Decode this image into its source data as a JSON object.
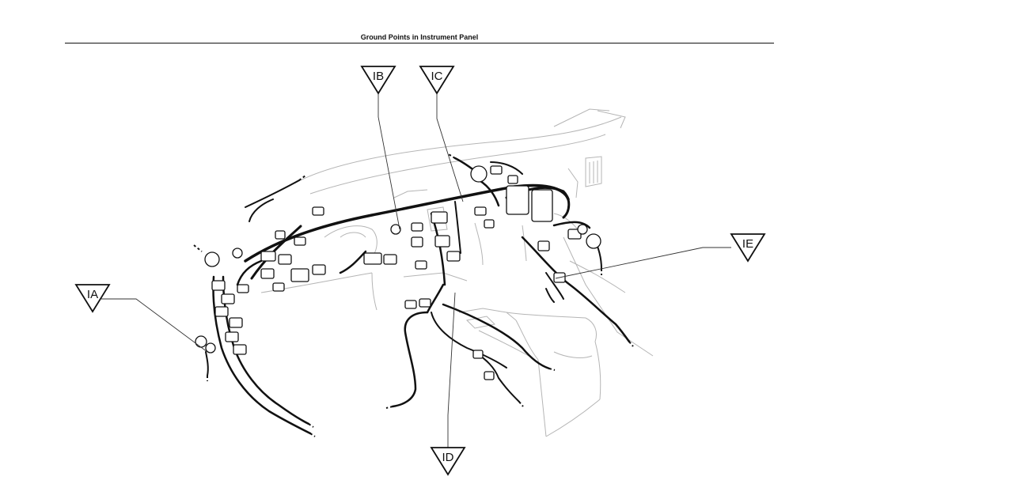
{
  "title": "Ground Points in Instrument Panel",
  "ground_points": [
    {
      "id": "IA",
      "label": "IA"
    },
    {
      "id": "IB",
      "label": "IB"
    },
    {
      "id": "IC",
      "label": "IC"
    },
    {
      "id": "ID",
      "label": "ID"
    },
    {
      "id": "IE",
      "label": "IE"
    }
  ]
}
